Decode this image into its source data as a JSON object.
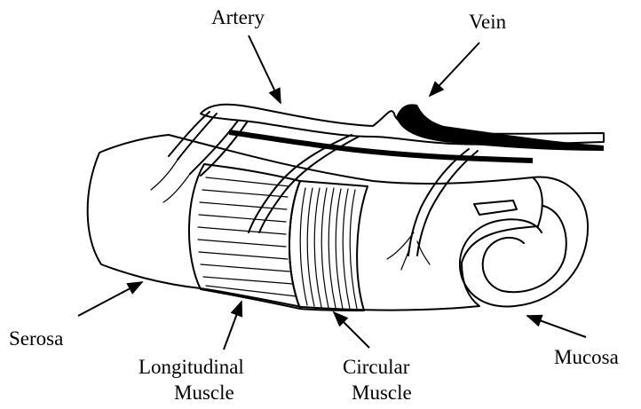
{
  "labels": {
    "artery": "Artery",
    "vein": "Vein",
    "serosa": "Serosa",
    "longitudinal_line1": "Longitudinal",
    "longitudinal_line2": "Muscle",
    "circular_line1": "Circular",
    "circular_line2": "Muscle",
    "mucosa": "Mucosa"
  }
}
